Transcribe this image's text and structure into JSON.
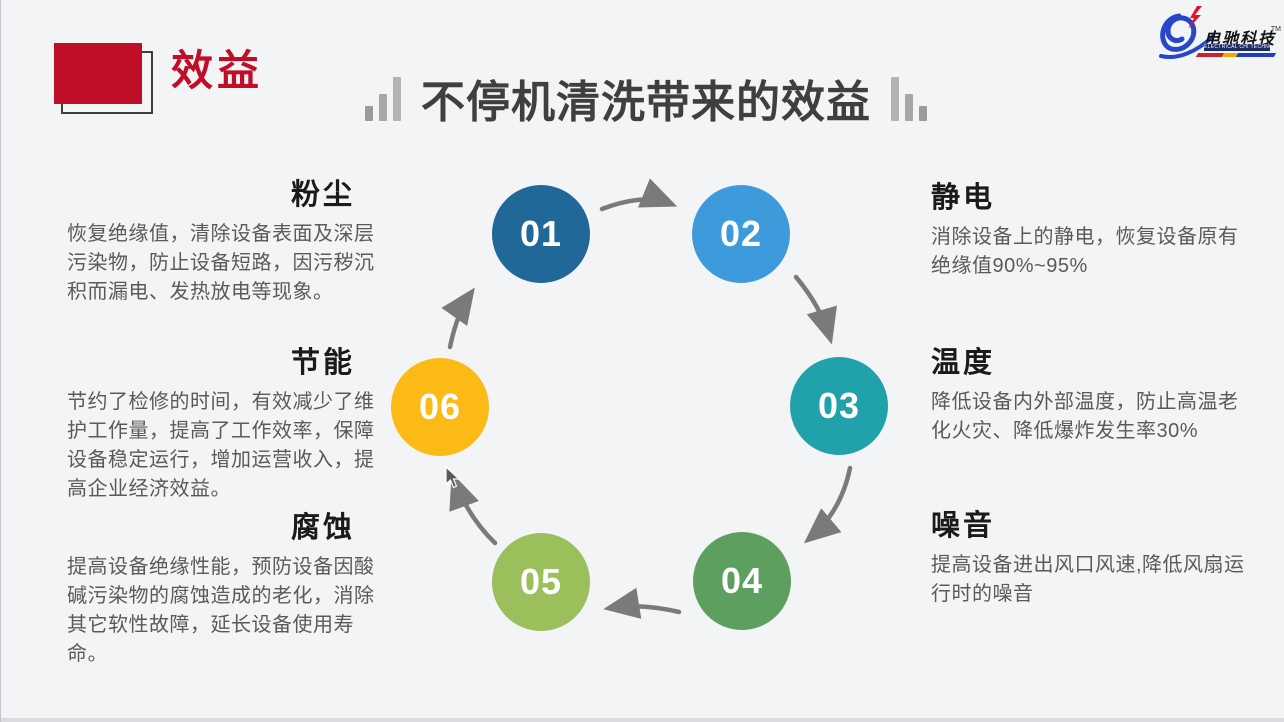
{
  "slide": {
    "tag": "效益",
    "title": "不停机清洗带来的效益",
    "accent_color": "#C00D28",
    "title_color": "#3F3F3F",
    "background_color": "#F3F4F6"
  },
  "logo": {
    "brand": "电驰科技",
    "brand_en": "ELECTRICAL CHI TECHNOLOGY",
    "tm": "TM",
    "swoosh_color": "#2847C8",
    "bolt_color": "#E8112D"
  },
  "benefits_left": [
    {
      "title": "粉尘",
      "body": "恢复绝缘值，清除设备表面及深层污染物，防止设备短路，因污秽沉积而漏电、发热放电等现象。"
    },
    {
      "title": "节能",
      "body": "节约了检修的时间，有效减少了维护工作量，提高了工作效率，保障设备稳定运行，增加运营收入，提高企业经济效益。"
    },
    {
      "title": "腐蚀",
      "body": "提高设备绝缘性能，预防设备因酸碱污染物的腐蚀造成的老化，消除其它软性故障，延长设备使用寿命。"
    }
  ],
  "benefits_right": [
    {
      "title": "静电",
      "body": "消除设备上的静电，恢复设备原有绝缘值90%~95%"
    },
    {
      "title": "温度",
      "body": "降低设备内外部温度，防止高温老化火灾、降低爆炸发生率30%"
    },
    {
      "title": "噪音",
      "body": "提高设备进出风口风速,降低风扇运行时的噪音"
    }
  ],
  "diagram": {
    "type": "cycle",
    "steps": [
      {
        "number": "01",
        "color": "#1F6898"
      },
      {
        "number": "02",
        "color": "#3E9BDB"
      },
      {
        "number": "03",
        "color": "#21A2AB"
      },
      {
        "number": "04",
        "color": "#5C9F5E"
      },
      {
        "number": "05",
        "color": "#9BBF5B"
      },
      {
        "number": "06",
        "color": "#FBBA16"
      }
    ],
    "arrow_color": "#7A7A7A"
  }
}
